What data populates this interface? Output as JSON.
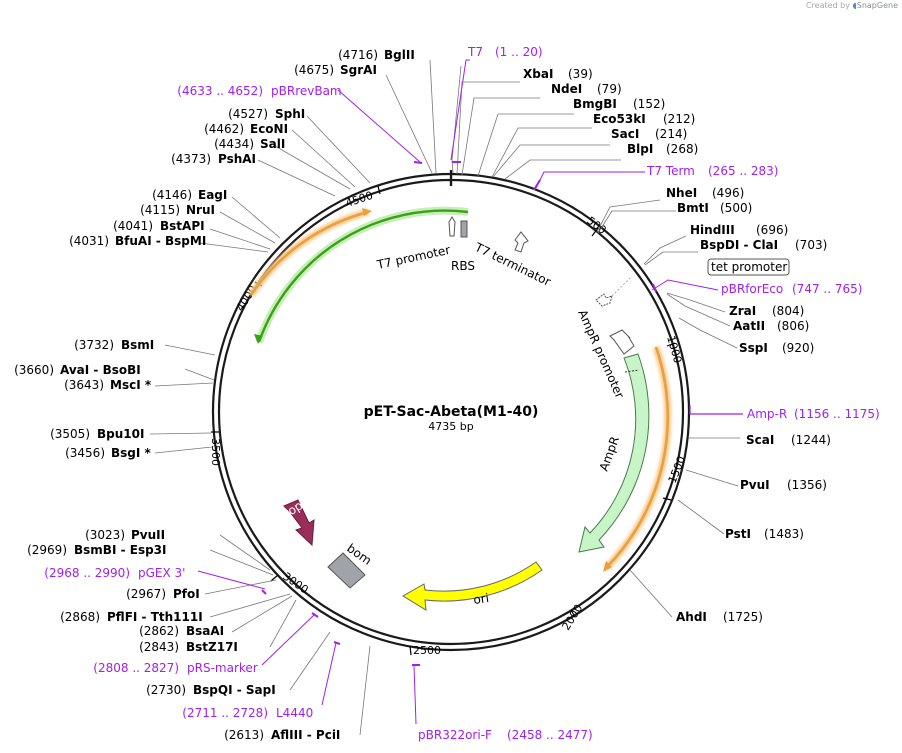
{
  "credit": {
    "prefix": "Created by",
    "brand": "SnapGene"
  },
  "plasmid": {
    "name": "pET-Sac-Abeta(M1-40)",
    "size_label": "4735 bp",
    "length": 4735
  },
  "ticks": [
    "500",
    "1000",
    "1500",
    "2000",
    "2500",
    "3000",
    "3500",
    "4000",
    "4500"
  ],
  "features": [
    {
      "name": "T7 promoter"
    },
    {
      "name": "RBS"
    },
    {
      "name": "T7 terminator"
    },
    {
      "name": "AmpR promoter"
    },
    {
      "name": "AmpR"
    },
    {
      "name": "ori"
    },
    {
      "name": "bom"
    },
    {
      "name": "rop"
    },
    {
      "name": "tet promoter"
    }
  ],
  "primers": [
    {
      "name": "T7",
      "range": "(1 .. 20)"
    },
    {
      "name": "T7 Term",
      "range": "(265 .. 283)"
    },
    {
      "name": "pBRforEco",
      "range": "(747 .. 765)"
    },
    {
      "name": "Amp-R",
      "range": "(1156 .. 1175)"
    },
    {
      "name": "pBR322ori-F",
      "range": "(2458 .. 2477)"
    },
    {
      "name": "L4440",
      "range": "(2711 .. 2728)"
    },
    {
      "name": "pRS-marker",
      "range": "(2808 .. 2827)"
    },
    {
      "name": "pGEX 3'",
      "range": "(2968 .. 2990)"
    },
    {
      "name": "pBRrevBam",
      "range": "(4633 .. 4652)"
    }
  ],
  "enzymes_right": [
    {
      "name": "XbaI",
      "pos": "(39)"
    },
    {
      "name": "NdeI",
      "pos": "(79)"
    },
    {
      "name": "BmgBI",
      "pos": "(152)"
    },
    {
      "name": "Eco53kI",
      "pos": "(212)"
    },
    {
      "name": "SacI",
      "pos": "(214)"
    },
    {
      "name": "BlpI",
      "pos": "(268)"
    },
    {
      "name": "NheI",
      "pos": "(496)"
    },
    {
      "name": "BmtI",
      "pos": "(500)"
    },
    {
      "name": "HindIII",
      "pos": "(696)"
    },
    {
      "name": "BspDI - ClaI",
      "pos": "(703)"
    },
    {
      "name": "ZraI",
      "pos": "(804)"
    },
    {
      "name": "AatII",
      "pos": "(806)"
    },
    {
      "name": "SspI",
      "pos": "(920)"
    },
    {
      "name": "ScaI",
      "pos": "(1244)"
    },
    {
      "name": "PvuI",
      "pos": "(1356)"
    },
    {
      "name": "PstI",
      "pos": "(1483)"
    },
    {
      "name": "AhdI",
      "pos": "(1725)"
    }
  ],
  "enzymes_left": [
    {
      "pos": "(4716)",
      "name": "BglII"
    },
    {
      "pos": "(4675)",
      "name": "SgrAI"
    },
    {
      "pos": "(4527)",
      "name": "SphI"
    },
    {
      "pos": "(4462)",
      "name": "EcoNI"
    },
    {
      "pos": "(4434)",
      "name": "SalI"
    },
    {
      "pos": "(4373)",
      "name": "PshAI"
    },
    {
      "pos": "(4146)",
      "name": "EagI"
    },
    {
      "pos": "(4115)",
      "name": "NruI"
    },
    {
      "pos": "(4041)",
      "name": "BstAPI"
    },
    {
      "pos": "(4031)",
      "name": "BfuAI - BspMI"
    },
    {
      "pos": "(3732)",
      "name": "BsmI"
    },
    {
      "pos": "(3660)",
      "name": "AvaI - BsoBI"
    },
    {
      "pos": "(3643)",
      "name": "MscI *"
    },
    {
      "pos": "(3505)",
      "name": "Bpu10I"
    },
    {
      "pos": "(3456)",
      "name": "BsgI *"
    },
    {
      "pos": "(3023)",
      "name": "PvuII"
    },
    {
      "pos": "(2969)",
      "name": "BsmBI - Esp3I"
    },
    {
      "pos": "(2967)",
      "name": "PfoI"
    },
    {
      "pos": "(2868)",
      "name": "PflFI - Tth111I"
    },
    {
      "pos": "(2862)",
      "name": "BsaAI"
    },
    {
      "pos": "(2843)",
      "name": "BstZ17I"
    },
    {
      "pos": "(2730)",
      "name": "BspQI - SapI"
    },
    {
      "pos": "(2613)",
      "name": "AflIII - PciI"
    }
  ],
  "colors": {
    "backbone": "#1a1a1a",
    "primer": "#a020f0",
    "ampr": "#c8f5c8",
    "ori": "#ffff00",
    "rop": "#9b2d5a",
    "bom": "#a0a4a8",
    "orf_orange": "#e8a040",
    "orf_green": "#3aa01a"
  }
}
